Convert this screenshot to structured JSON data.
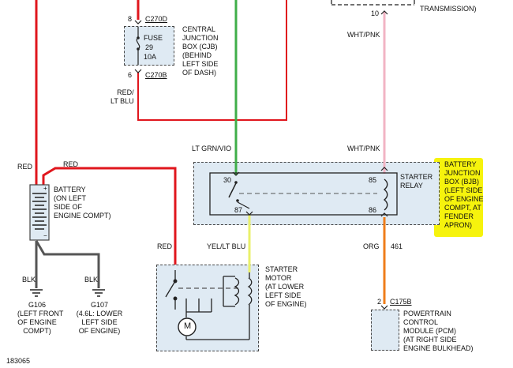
{
  "top": {
    "transmission_label": "TRANSMISSION)",
    "pin_10": "10"
  },
  "cjb": {
    "pin_top": "8",
    "conn_top": "C270D",
    "fuse_name": "FUSE",
    "fuse_number": "29",
    "fuse_rating": "10A",
    "pin_bottom": "6",
    "conn_bottom": "C270B",
    "description": [
      "CENTRAL",
      "JUNCTION",
      "BOX (CJB)",
      "(BEHIND",
      "LEFT SIDE",
      "OF DASH)"
    ]
  },
  "wires": {
    "red_lt_blu": [
      "RED/",
      "LT BLU"
    ],
    "wht_pnk_top": "WHT/PNK",
    "lt_grn_vio": "LT GRN/VIO",
    "wht_pnk_mid": "WHT/PNK",
    "red_battery_left": "RED",
    "red_battery_top": "RED",
    "red_starter": "RED",
    "yel_lt_blu": "YEL/LT BLU",
    "org": "ORG",
    "circuit_461": "461",
    "blk_g106": "BLK",
    "blk_g107": "BLK"
  },
  "relay": {
    "pin_30": "30",
    "pin_87": "87",
    "pin_85": "85",
    "pin_86": "86",
    "name": [
      "STARTER",
      "RELAY"
    ]
  },
  "bjb": {
    "description": [
      "BATTERY",
      "JUNCTION",
      "BOX (BJB)",
      "(LEFT SIDE",
      "OF ENGINE",
      "COMPT, AT",
      "FENDER",
      "APRON)"
    ]
  },
  "battery": {
    "description": [
      "BATTERY",
      "(ON LEFT",
      "SIDE OF",
      "ENGINE COMPT)"
    ],
    "plus": "+",
    "minus": "−"
  },
  "grounds": {
    "g106": [
      "G106",
      "(LEFT FRONT",
      "OF ENGINE",
      "COMPT)"
    ],
    "g107": [
      "G107",
      "(4.6L: LOWER",
      "LEFT SIDE",
      "OF ENGINE)"
    ]
  },
  "starter": {
    "description": [
      "STARTER",
      "MOTOR",
      "(AT LOWER",
      "LEFT SIDE",
      "OF ENGINE)"
    ],
    "motor_symbol": "M"
  },
  "pcm": {
    "pin": "2",
    "conn": "C175B",
    "description": [
      "POWERTRAIN",
      "CONTROL",
      "MODULE (PCM)",
      "(AT RIGHT SIDE",
      "ENGINE BULKHEAD)"
    ]
  },
  "figure_id": "183065",
  "colors": {
    "red_wire": "#e0161d",
    "green_wire": "#3fae49",
    "pink_wire": "#f2b4c4",
    "orange_wire": "#ef7d1a",
    "yellow_wire": "#e9f06b",
    "ground_wire": "#555555",
    "box_fill": "#dfeaf3",
    "highlight": "#f5f200"
  }
}
